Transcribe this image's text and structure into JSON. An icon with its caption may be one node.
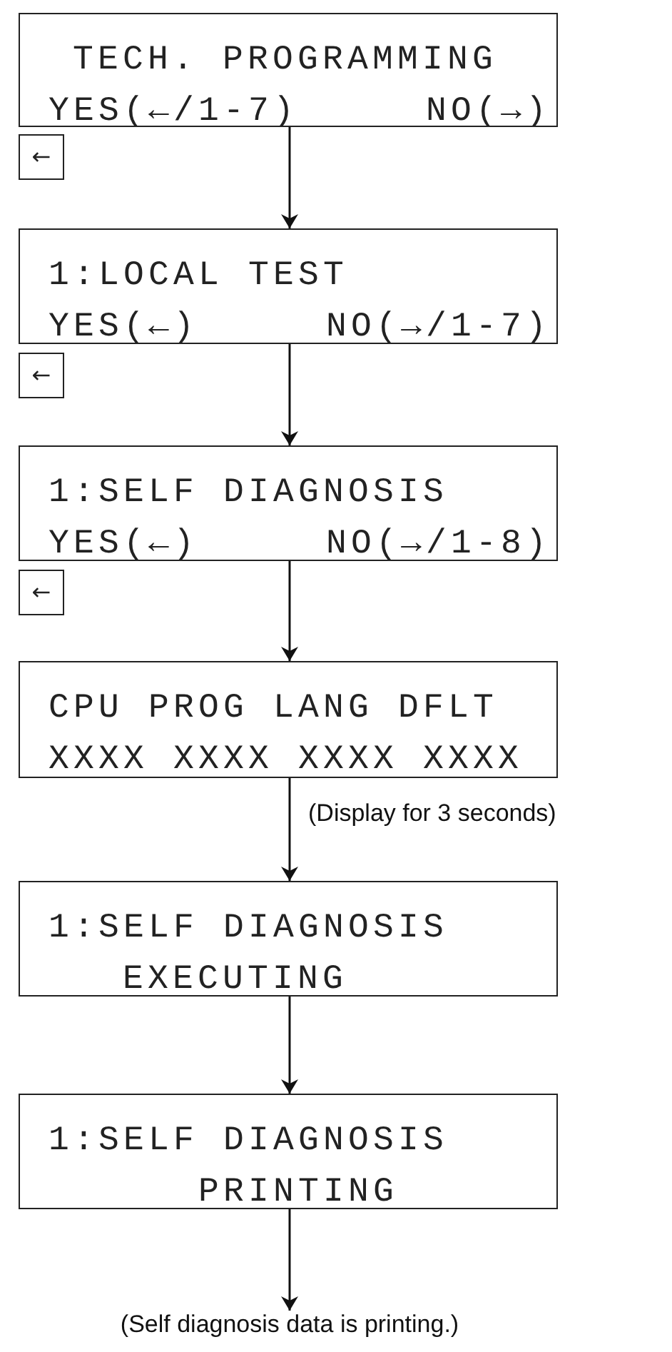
{
  "diagram": {
    "nodes": [
      {
        "text": [
          "TECH. PROGRAMMING",
          "YES(←/1-7)",
          "NO(→)"
        ]
      },
      {
        "text": [
          "←"
        ]
      },
      {
        "text": [
          "1:LOCAL TEST",
          "YES(←)",
          "NO(→/1-7)"
        ]
      },
      {
        "text": [
          "←"
        ]
      },
      {
        "text": [
          "1:SELF DIAGNOSIS",
          "YES(←)",
          "NO(→/1-8)"
        ]
      },
      {
        "text": [
          "←"
        ]
      },
      {
        "text": [
          "CPU PROG LANG DFLT",
          "XXXX XXXX XXXX XXXX"
        ]
      },
      {
        "text": [
          "1:SELF DIAGNOSIS",
          "EXECUTING"
        ]
      },
      {
        "text": [
          "1:SELF DIAGNOSIS",
          "PRINTING"
        ]
      },
      {
        "text": [
          "(Self diagnosis data is printing.)"
        ]
      }
    ],
    "edges": [
      {
        "from": 0,
        "to": 2,
        "arrow": "to"
      },
      {
        "from": 2,
        "to": 4,
        "arrow": "to"
      },
      {
        "from": 4,
        "to": 6,
        "arrow": "to"
      },
      {
        "from": 6,
        "to": 7,
        "arrow": "to",
        "label": "(Display for 3 seconds)"
      },
      {
        "from": 7,
        "to": 8,
        "arrow": "to"
      },
      {
        "from": 8,
        "to": 9,
        "arrow": "to"
      }
    ]
  }
}
